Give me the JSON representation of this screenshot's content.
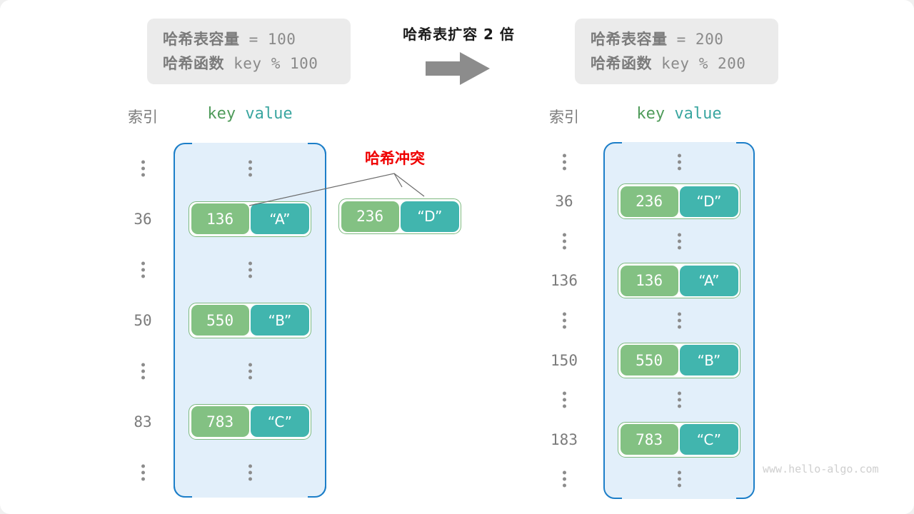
{
  "header": {
    "left_box": {
      "line1_label": "哈希表容量",
      "line1_value": " = 100",
      "line2_label": "哈希函数",
      "line2_value": " key % 100"
    },
    "caption": "哈希表扩容 2 倍",
    "arrow_icon": "right-arrow-icon",
    "right_box": {
      "line1_label": "哈希表容量",
      "line1_value": " = 200",
      "line2_label": "哈希函数",
      "line2_value": " key % 200"
    }
  },
  "left_table": {
    "index_header": "索引",
    "key_header": "key",
    "value_header": "value",
    "rows": [
      {
        "index": "⋮",
        "type": "ellipsis"
      },
      {
        "index": "36",
        "type": "entry",
        "key": "136",
        "value": "“A”"
      },
      {
        "index": "⋮",
        "type": "ellipsis"
      },
      {
        "index": "50",
        "type": "entry",
        "key": "550",
        "value": "“B”"
      },
      {
        "index": "⋮",
        "type": "ellipsis"
      },
      {
        "index": "83",
        "type": "entry",
        "key": "783",
        "value": "“C”"
      },
      {
        "index": "⋮",
        "type": "ellipsis"
      }
    ]
  },
  "right_table": {
    "index_header": "索引",
    "key_header": "key",
    "value_header": "value",
    "rows": [
      {
        "index": "⋮",
        "type": "ellipsis"
      },
      {
        "index": "36",
        "type": "entry",
        "key": "236",
        "value": "“D”"
      },
      {
        "index": "⋮",
        "type": "ellipsis"
      },
      {
        "index": "136",
        "type": "entry",
        "key": "136",
        "value": "“A”"
      },
      {
        "index": "⋮",
        "type": "ellipsis"
      },
      {
        "index": "150",
        "type": "entry",
        "key": "550",
        "value": "“B”"
      },
      {
        "index": "⋮",
        "type": "ellipsis"
      },
      {
        "index": "183",
        "type": "entry",
        "key": "783",
        "value": "“C”"
      },
      {
        "index": "⋮",
        "type": "ellipsis"
      }
    ]
  },
  "collision": {
    "label": "哈希冲突",
    "detached_pair": {
      "key": "236",
      "value": "“D”"
    }
  },
  "watermark": "www.hello-algo.com",
  "colors": {
    "key_fill": "#83c183",
    "value_fill": "#41b5ae",
    "pair_border": "#7cb97f",
    "table_fill": "#e2effa",
    "bracket": "#1c7ec8",
    "info_box": "#ebebeb",
    "muted_text": "#7b7b7b",
    "collision_red": "#ef0000",
    "arrow_gray": "#8c8c8c",
    "key_header": "#4f9b5a",
    "value_header": "#3aa6a0"
  }
}
